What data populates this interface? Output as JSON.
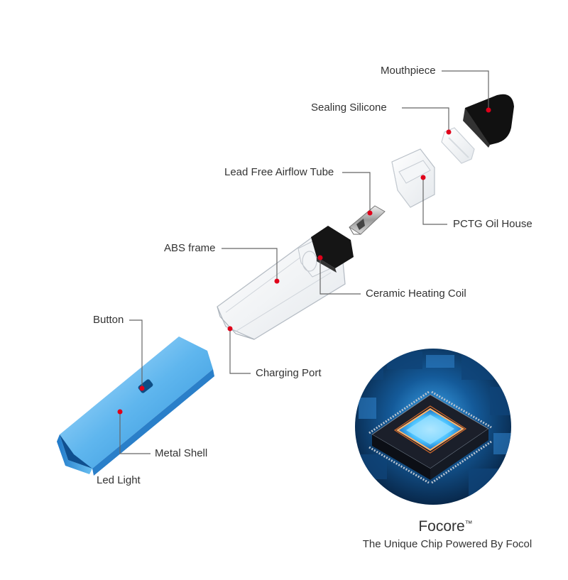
{
  "labels": {
    "mouthpiece": "Mouthpiece",
    "sealing_silicone": "Sealing Silicone",
    "airflow_tube": "Lead Free Airflow Tube",
    "oil_house": "PCTG Oil House",
    "abs_frame": "ABS frame",
    "heating_coil": "Ceramic Heating Coil",
    "button": "Button",
    "charging_port": "Charging Port",
    "metal_shell": "Metal Shell",
    "led_light": "Led Light"
  },
  "chip": {
    "name": "Focore",
    "trademark": "™",
    "tagline": "The Unique Chip Powered By Focol"
  },
  "colors": {
    "leader_line": "#666666",
    "marker_dot": "#e0001a",
    "shell_blue": "#3aa6e6",
    "mouthpiece_black": "#111111",
    "chip_bg": "#0b3a66"
  }
}
